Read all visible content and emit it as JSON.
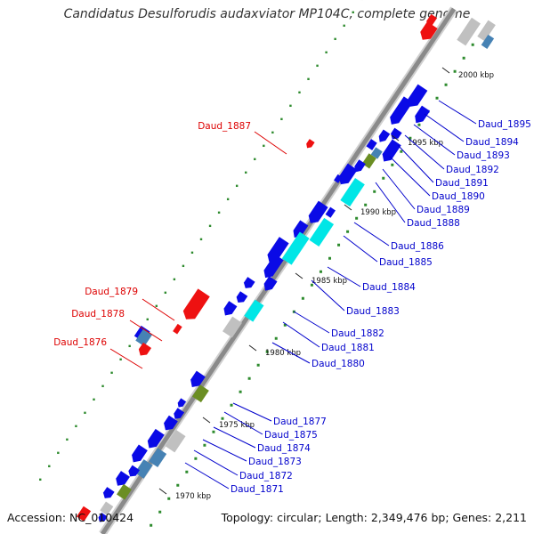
{
  "title": "Candidatus Desulforudis audaxviator MP104C, complete genome",
  "footer": {
    "accession": "Accession: NC_010424",
    "topology": "Topology: circular; Length: 2,349,476 bp; Genes: 2,211"
  },
  "scale_labels": [
    "2000 kbp",
    "1995 kbp",
    "1990 kbp",
    "1985 kbp",
    "1980 kbp",
    "1975 kbp",
    "1970 kbp"
  ],
  "right_labels": [
    "Daud_1895",
    "Daud_1894",
    "Daud_1893",
    "Daud_1892",
    "Daud_1891",
    "Daud_1890",
    "Daud_1889",
    "Daud_1888",
    "Daud_1886",
    "Daud_1885",
    "Daud_1884",
    "Daud_1883",
    "Daud_1882",
    "Daud_1881",
    "Daud_1880",
    "Daud_1877",
    "Daud_1875",
    "Daud_1874",
    "Daud_1873",
    "Daud_1872",
    "Daud_1871"
  ],
  "left_labels": [
    "Daud_1887",
    "Daud_1879",
    "Daud_1878",
    "Daud_1876"
  ],
  "colors": {
    "backbone": "#8a8a8a",
    "cds": "#0a0ae6",
    "trna": "#00e6e6",
    "rna": "#ee1111",
    "pseudo": "#6b8e23",
    "grey": "#c0c0c0",
    "misc": "#4682b4",
    "right_label": "#0000cc",
    "left_label": "#dd0000",
    "tick": "#2e8b2e"
  }
}
